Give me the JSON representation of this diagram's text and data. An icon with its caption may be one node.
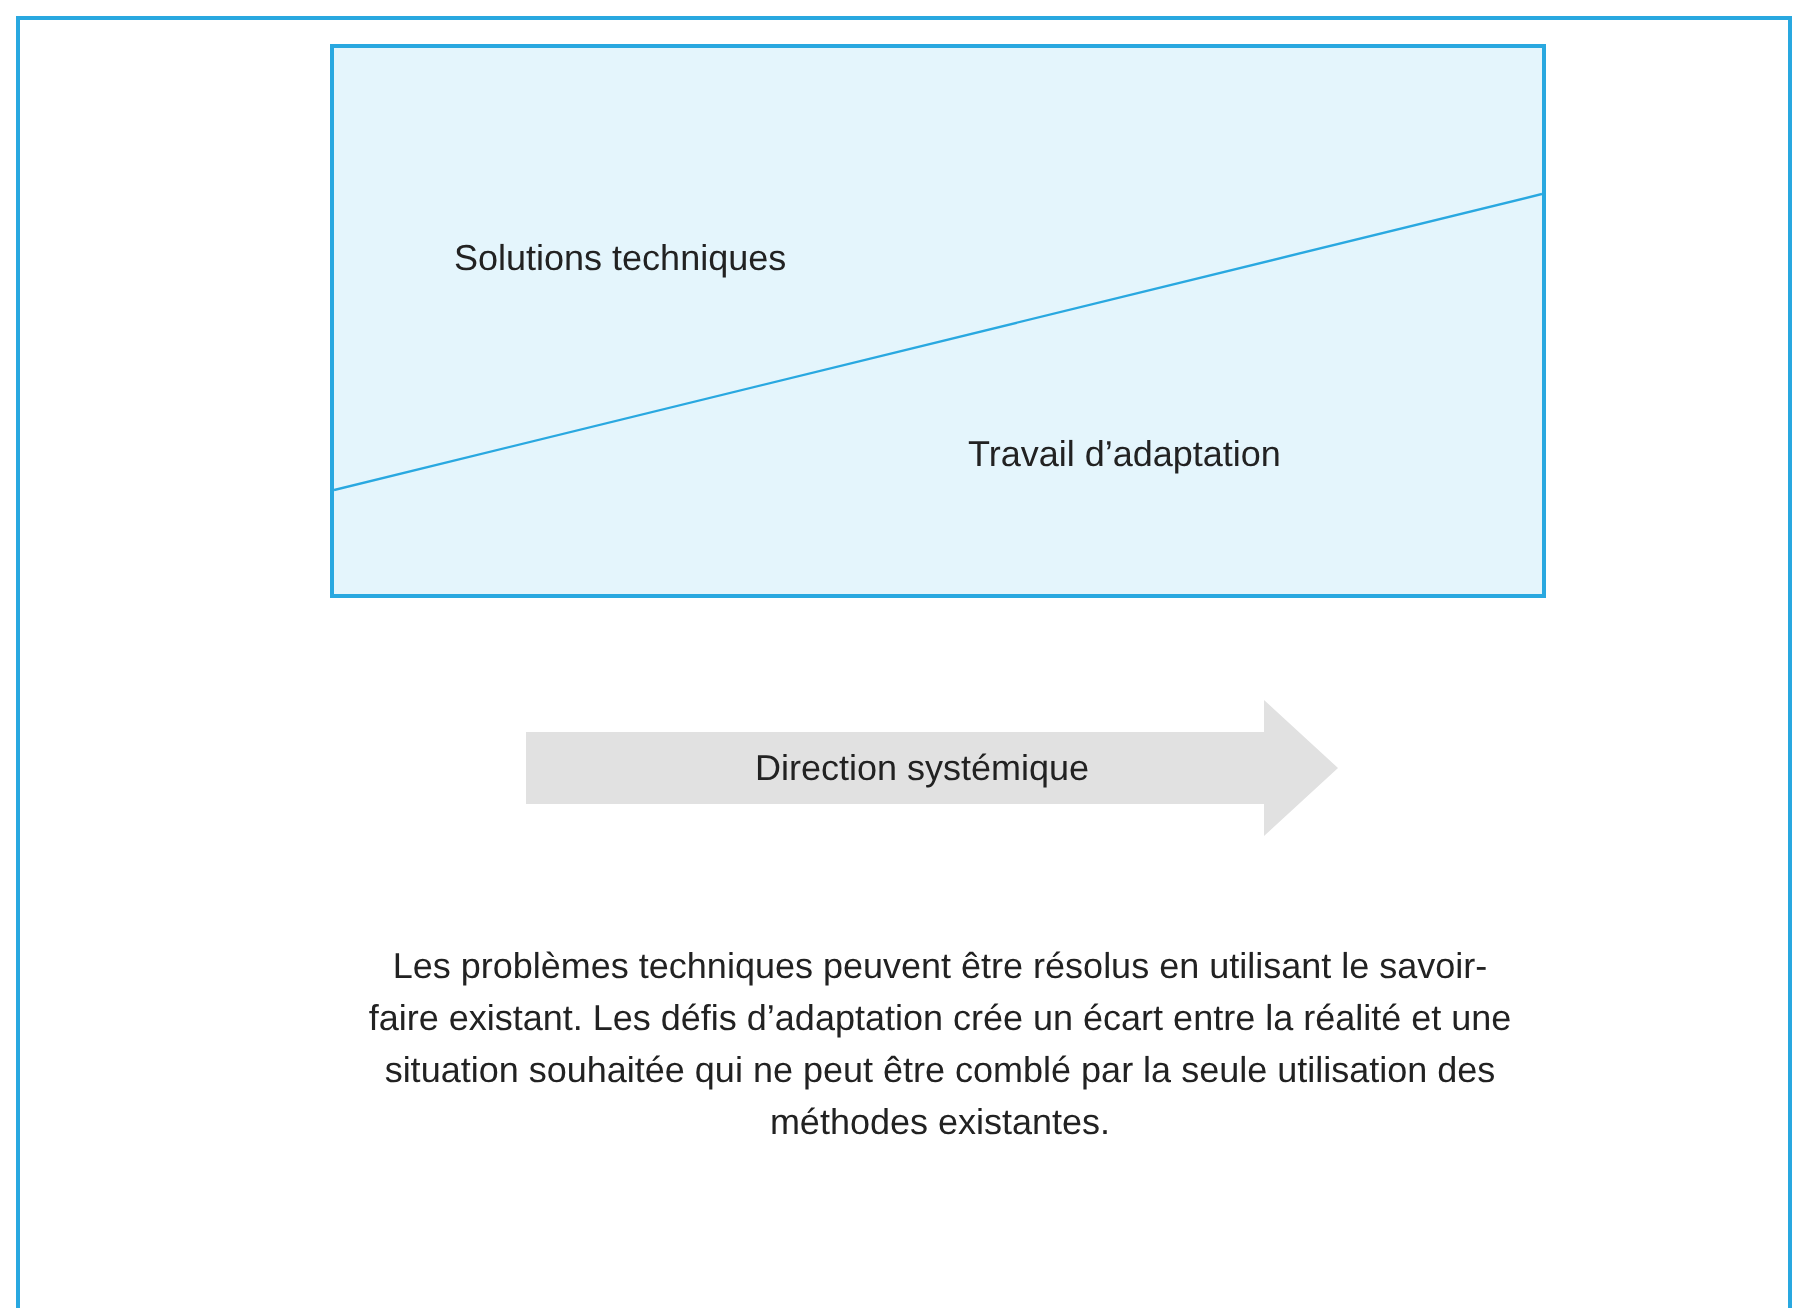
{
  "diagram": {
    "nodes": [
      {
        "text": [
          "Solutions techniques",
          "Travail d’adaptation"
        ]
      },
      {
        "text": [
          "Direction systémique"
        ]
      }
    ],
    "labels": [
      "Les problèmes techniques peuvent être résolus en utilisant le savoir-faire existant. Les défis d’adaptation crée un écart entre la réalité et une situation souhaitée qui ne peut être comblé par la seule utilisation des méthodes existantes."
    ]
  }
}
